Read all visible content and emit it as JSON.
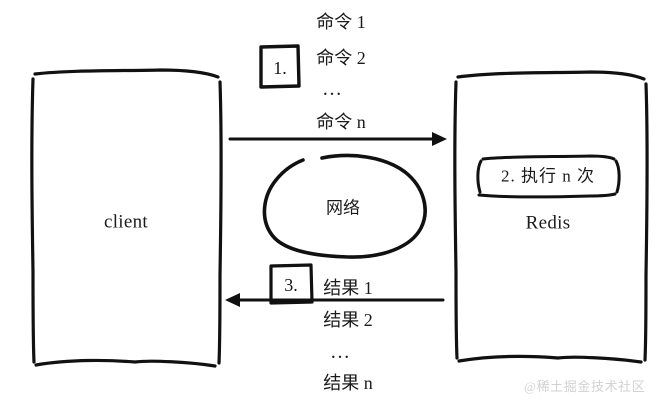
{
  "diagram": {
    "title": "Redis client command round-trip (n commands, n results)",
    "background_color": "#ffffff",
    "ink_color": "#111111",
    "watermark": "@稀土掘金技术社区",
    "watermark_color": "#d2d2d2"
  },
  "nodes": {
    "client": {
      "label": "client",
      "shape": "hand-drawn-rectangle"
    },
    "redis": {
      "label": "Redis",
      "shape": "hand-drawn-rectangle",
      "inner_box": {
        "label_prefix": "2. 执行",
        "label_var": "n",
        "label_suffix": "次",
        "full_label": "2. 执行 n 次"
      }
    },
    "network": {
      "label": "网络",
      "shape": "hand-drawn-blob"
    }
  },
  "steps": [
    {
      "id": "step-1",
      "number": "1."
    },
    {
      "id": "step-3",
      "number": "3."
    }
  ],
  "request_arrow": {
    "direction": "right",
    "from": "client",
    "to": "redis",
    "labels": [
      {
        "text_prefix": "命令",
        "text_value": "1",
        "full": "命令 1",
        "italic_value": false
      },
      {
        "text_prefix": "命令",
        "text_value": "2",
        "full": "命令 2",
        "italic_value": false
      },
      {
        "text_prefix": "",
        "text_value": "…",
        "full": "…",
        "italic_value": false
      },
      {
        "text_prefix": "命令",
        "text_value": "n",
        "full": "命令 n",
        "italic_value": true
      }
    ]
  },
  "response_arrow": {
    "direction": "left",
    "from": "redis",
    "to": "client",
    "labels": [
      {
        "text_prefix": "结果",
        "text_value": "1",
        "full": "结果 1",
        "italic_value": false
      },
      {
        "text_prefix": "结果",
        "text_value": "2",
        "full": "结果 2",
        "italic_value": false
      },
      {
        "text_prefix": "",
        "text_value": "…",
        "full": "…",
        "italic_value": false
      },
      {
        "text_prefix": "结果",
        "text_value": "n",
        "full": "结果 n",
        "italic_value": true
      }
    ]
  }
}
